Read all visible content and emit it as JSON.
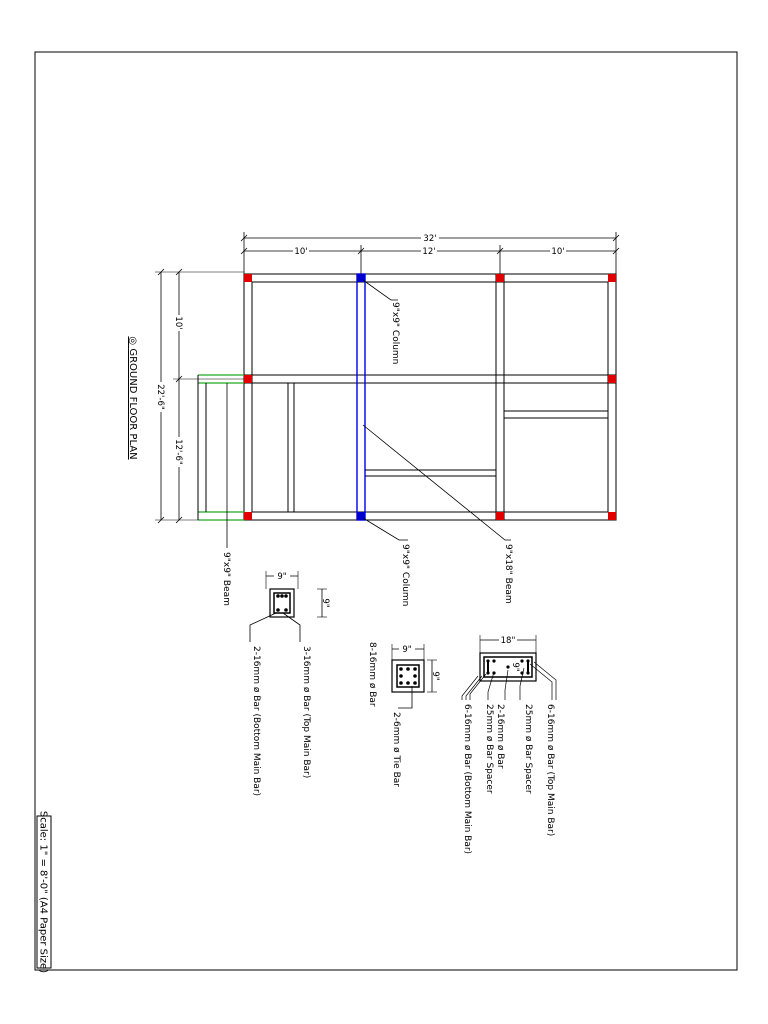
{
  "drawing": {
    "title": "GROUND FLOOR PLAN",
    "title_symbol": "◎",
    "scale_note": "Scale: 1\" = 8'-0\" (A4 Paper Size)"
  },
  "dimensions": {
    "overall_width": "32'",
    "bay_1": "10'",
    "bay_2": "12'",
    "bay_3": "10'",
    "overall_depth": "22'-6\"",
    "depth_1": "10'",
    "depth_2": "12'-6\""
  },
  "plan_labels": {
    "column_top": "9\"x9\" Column",
    "column_bottom": "9\"x9\" Column",
    "beam_main": "9\"x18\" Beam",
    "beam_small": "9\"x9\" Beam"
  },
  "details": {
    "beam_small": {
      "width": "9\"",
      "height": "9\"",
      "top_bar": "3-16mm ø Bar (Top Main Bar)",
      "bottom_bar": "2-16mm ø Bar (Bottom Main Bar)"
    },
    "column": {
      "width": "9\"",
      "height": "9\"",
      "main_bar": "8-16mm ø Bar",
      "tie_bar": "2-6mm ø Tie Bar"
    },
    "beam_main": {
      "width": "18\"",
      "height": "9\"",
      "top_bar": "6-16mm ø Bar (Top Main Bar)",
      "spacer": "25mm ø Bar Spacer",
      "mid_bar": "2-16mm ø Bar",
      "spacer_2": "25mm ø Bar Spacer",
      "bottom_bar": "6-16mm ø Bar (Bottom Main Bar)"
    }
  },
  "colors": {
    "corner_column": "#e00000",
    "highlight_column": "#0000cc",
    "highlight_beam": "#0000ee",
    "green_slab": "#22aa22"
  }
}
